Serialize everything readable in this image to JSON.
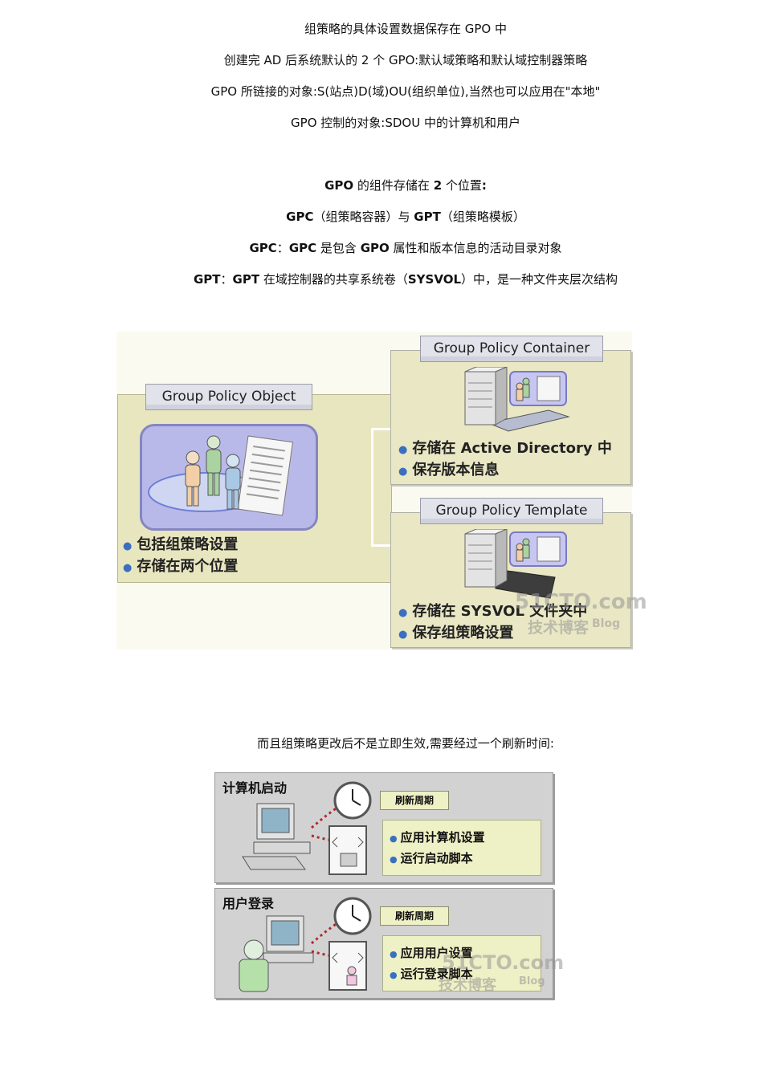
{
  "doc": {
    "line1": "组策略的具体设置数据保存在 GPO 中",
    "line2": "创建完 AD 后系统默认的 2 个 GPO:默认域策略和默认域控制器策略",
    "line3": "GPO 所链接的对象:S(站点)D(域)OU(组织单位),当然也可以应用在\"本地\"",
    "line4": "GPO 控制的对象:SDOU 中的计算机和用户",
    "line5_bold1": "GPO",
    "line5_rest1": " 的组件存储在 ",
    "line5_bold2": "2",
    "line5_rest2": " 个位置",
    "line5_bold3": ":",
    "line6_bold1": "GPC",
    "line6_rest1": "（组策略容器）与 ",
    "line6_bold2": "GPT",
    "line6_rest2": "（组策略模板）",
    "line7_bold1": "GPC",
    "line7_rest1": "：",
    "line7_bold2": "GPC",
    "line7_rest2": " 是包含 ",
    "line7_bold3": "GPO",
    "line7_rest3": " 属性和版本信息的活动目录对象",
    "line8_bold1": "GPT",
    "line8_rest1": "：",
    "line8_bold2": "GPT",
    "line8_rest2": " 在域控制器的共享系统卷（",
    "line8_bold3": "SYSVOL",
    "line8_rest3": "）中，是一种文件夹层次结构",
    "refresh_note": "而且组策略更改后不是立即生效,需要经过一个刷新时间:"
  },
  "diagram1": {
    "gpo_title": "Group Policy Object",
    "gpo_bullets": [
      "包括组策略设置",
      "存储在两个位置"
    ],
    "gpc_title": "Group Policy Container",
    "gpc_bullets": [
      "存储在 Active Directory 中",
      "保存版本信息"
    ],
    "gpt_title": "Group Policy Template",
    "gpt_bullets": [
      "存储在 SYSVOL 文件夹中",
      "保存组策略设置"
    ],
    "watermark_main": "51CTO.com",
    "watermark_sub": "技术博客",
    "watermark_blog": "Blog"
  },
  "diagram2": {
    "startup_title": "计算机启动",
    "startup_refresh": "刷新周期",
    "startup_actions": [
      "应用计算机设置",
      "运行启动脚本"
    ],
    "logon_title": "用户登录",
    "logon_refresh": "刷新周期",
    "logon_actions": [
      "应用用户设置",
      "运行登录脚本"
    ],
    "watermark_main": "51CTO.com",
    "watermark_sub": "技术博客",
    "watermark_blog": "Blog"
  }
}
